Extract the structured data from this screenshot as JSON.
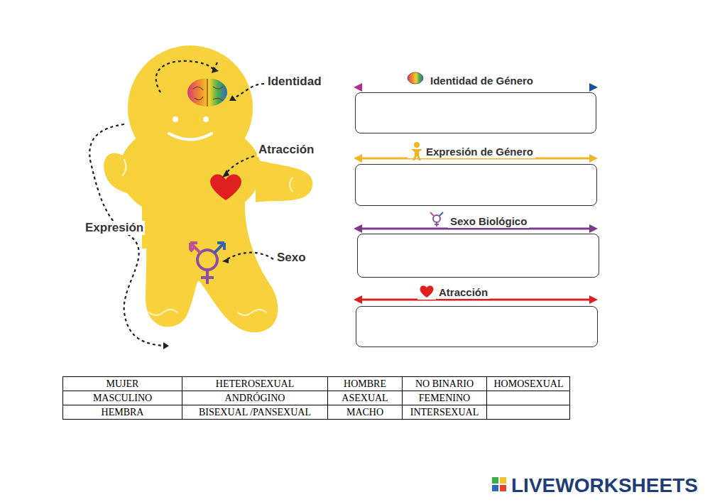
{
  "diagram": {
    "nodes": [
      {
        "text": [
          "Identidad de Género"
        ]
      },
      {
        "text": [
          "Expresión de Género"
        ]
      },
      {
        "text": [
          "Sexo Biológico"
        ]
      },
      {
        "text": [
          "Atracción"
        ]
      }
    ],
    "labels": [
      "Identidad",
      "Atracción",
      "Expresión",
      "Sexo",
      "MUJER",
      "HETEROSEXUAL",
      "HOMBRE",
      "NO BINARIO",
      "HOMOSEXUAL",
      "MASCULINO",
      "ANDRÓGINO",
      "ASEXUAL",
      "FEMENINO",
      "HEMBRA",
      "BISEXUAL /PANSEXUAL",
      "MACHO",
      "INTERSEXUAL",
      "LIVEWORKSHEETS"
    ]
  }
}
